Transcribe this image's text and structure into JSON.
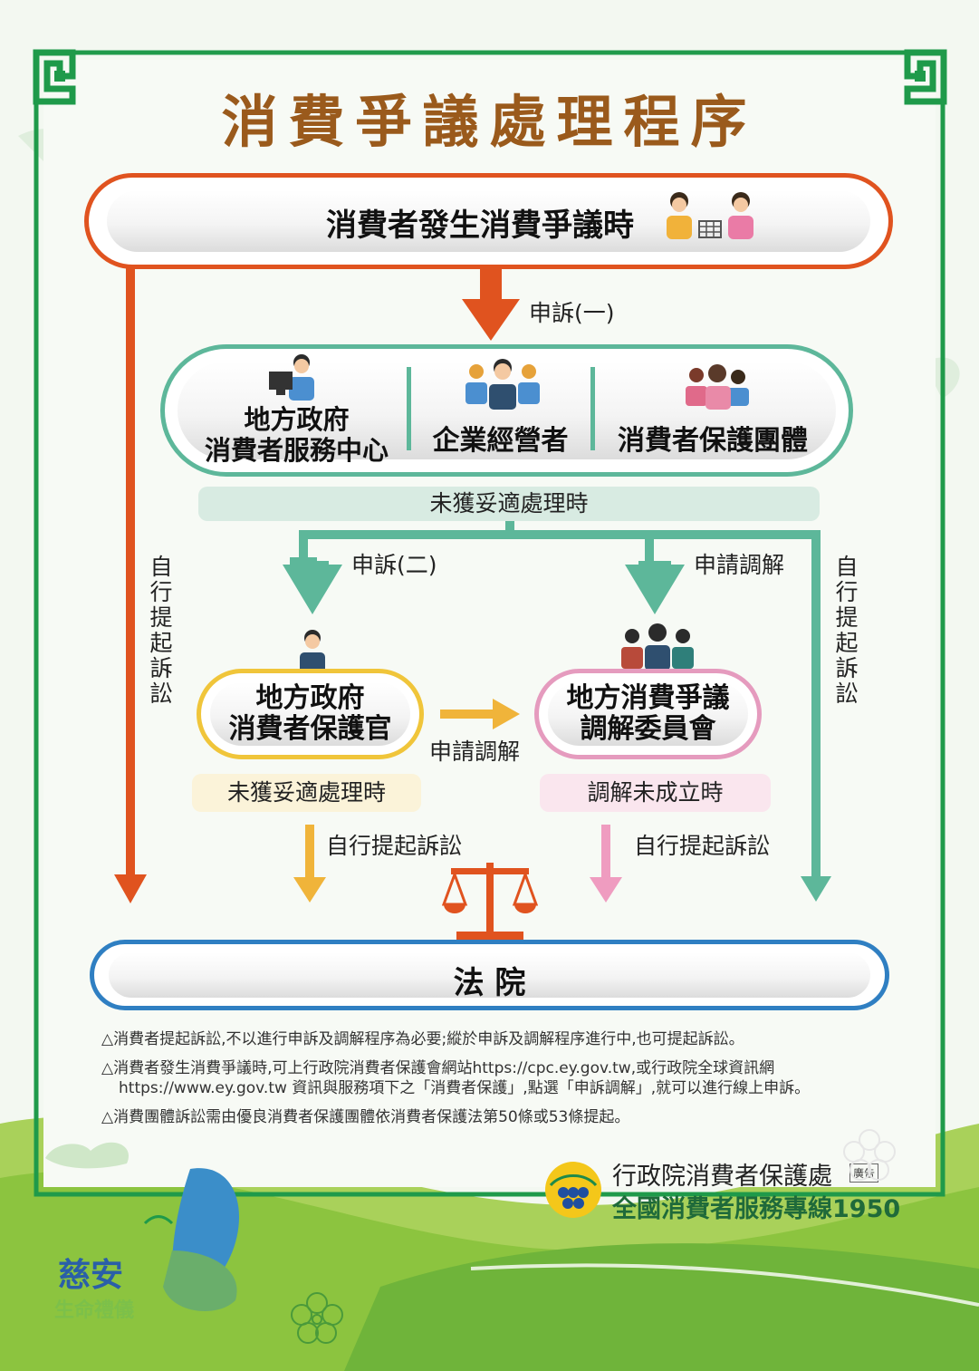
{
  "title": "消費爭議處理程序",
  "top_box": "消費者發生消費爭議時",
  "complaint_1": "申訴(一)",
  "channels": {
    "local_gov_line1": "地方政府",
    "local_gov_line2": "消費者服務中心",
    "business": "企業經營者",
    "consumer_group": "消費者保護團體"
  },
  "not_resolved_band": "未獲妥適處理時",
  "complaint_2": "申訴(二)",
  "apply_mediation_right": "申請調解",
  "self_lawsuit_vertical": "自行提起訴訟",
  "officer": {
    "line1": "地方政府",
    "line2": "消費者保護官"
  },
  "committee": {
    "line1": "地方消費爭議",
    "line2": "調解委員會"
  },
  "apply_mediation_mid": "申請調解",
  "officer_band": "未獲妥適處理時",
  "committee_band": "調解未成立時",
  "self_lawsuit_left": "自行提起訴訟",
  "self_lawsuit_right": "自行提起訴訟",
  "court": "法 院",
  "notes": [
    "△消費者提起訴訟,不以進行申訴及調解程序為必要;縱於申訴及調解程序進行中,也可提起訴訟。",
    "△消費者發生消費爭議時,可上行政院消費者保護會網站https://cpc.ey.gov.tw,或行政院全球資訊網",
    "https://www.ey.gov.tw 資訊與服務項下之「消費者保護」,點選「申訴調解」,就可以進行線上申訴。",
    "△消費團體訴訟需由優良消費者保護團體依消費者保護法第50條或53條提起。"
  ],
  "org_name": "行政院消費者保護處",
  "ad_tag": "廣告",
  "hotline": "全國消費者服務專線1950",
  "brand_big": "慈安",
  "brand_small": "生命禮儀",
  "colors": {
    "title": "#9a5a1c",
    "orange": "#e0531f",
    "teal": "#5db79a",
    "yellow": "#f0b43a",
    "pink": "#ef9cc0",
    "blue": "#2f7fc2",
    "frame": "#1f9a4a"
  }
}
